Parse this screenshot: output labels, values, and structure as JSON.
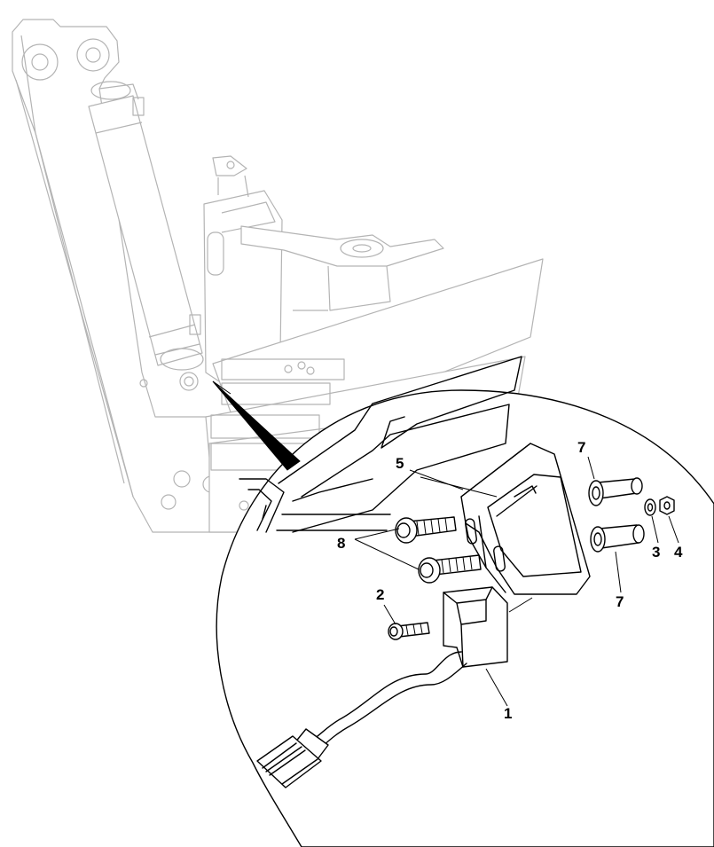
{
  "callouts": {
    "c1": "1",
    "c2": "2",
    "c3": "3",
    "c4": "4",
    "c5": "5",
    "c7a": "7",
    "c7b": "7",
    "c8": "8"
  }
}
